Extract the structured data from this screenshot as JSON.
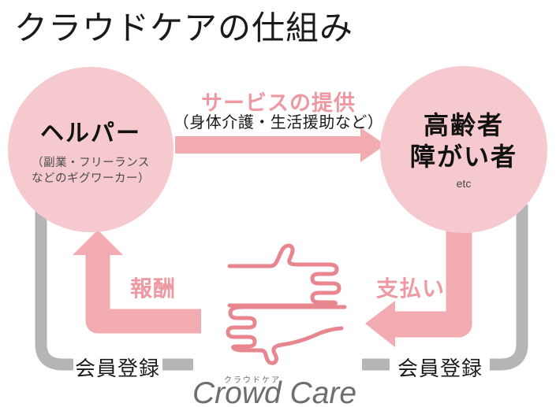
{
  "title": "クラウドケアの仕組み",
  "helper_circle": {
    "heading": "ヘルパー",
    "subtitle_line1": "（副業・フリーランス",
    "subtitle_line2": "などのギグワーカー）"
  },
  "recipient_circle": {
    "heading_line1": "高齢者",
    "heading_line2": "障がい者",
    "note": "etc"
  },
  "service_flow": {
    "label": "サービスの提供",
    "sublabel": "（身体介護・生活援助など）"
  },
  "reward_flow": {
    "label": "報酬"
  },
  "payment_flow": {
    "label": "支払い"
  },
  "registration": {
    "left_label": "会員登録",
    "right_label": "会員登録"
  },
  "logo": {
    "kana": "クラウドケア",
    "wordmark": "Crowd Care"
  },
  "colors": {
    "circle_fill": "#f5c9ce",
    "arrow_fill": "#f3abb2",
    "pink_label_text": "#ee99a2",
    "hand_line": "#e8868f",
    "gray_line": "#b5b5b5",
    "logo_gray": "#6e6e6e",
    "text_black": "#1a1a1a"
  }
}
